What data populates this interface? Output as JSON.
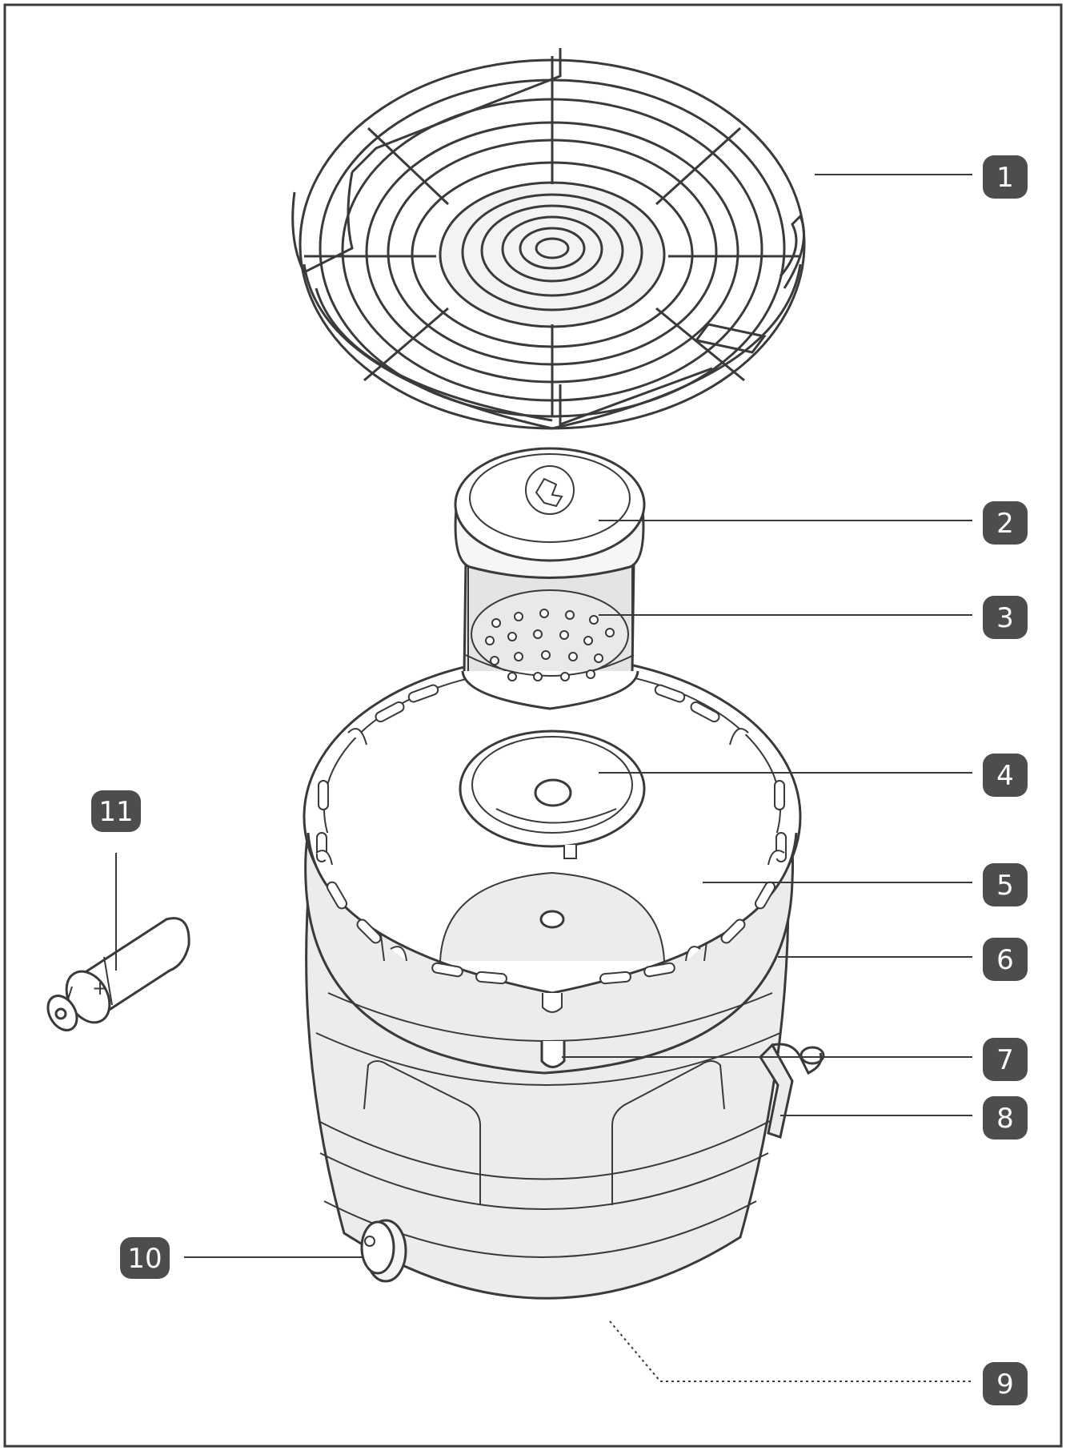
{
  "diagram": {
    "callouts": [
      {
        "id": "1",
        "text": "1"
      },
      {
        "id": "2",
        "text": "2"
      },
      {
        "id": "3",
        "text": "3"
      },
      {
        "id": "4",
        "text": "4"
      },
      {
        "id": "5",
        "text": "5"
      },
      {
        "id": "6",
        "text": "6"
      },
      {
        "id": "7",
        "text": "7"
      },
      {
        "id": "8",
        "text": "8"
      },
      {
        "id": "9",
        "text": "9"
      },
      {
        "id": "10",
        "text": "10"
      },
      {
        "id": "11",
        "text": "11"
      }
    ],
    "battery_mark": "+",
    "colors": {
      "line": "#3a3a3a",
      "badge": "#4d4d4d",
      "body_fill": "#ececec",
      "mesh_fill": "#e4e4e4",
      "background": "#ffffff"
    }
  }
}
